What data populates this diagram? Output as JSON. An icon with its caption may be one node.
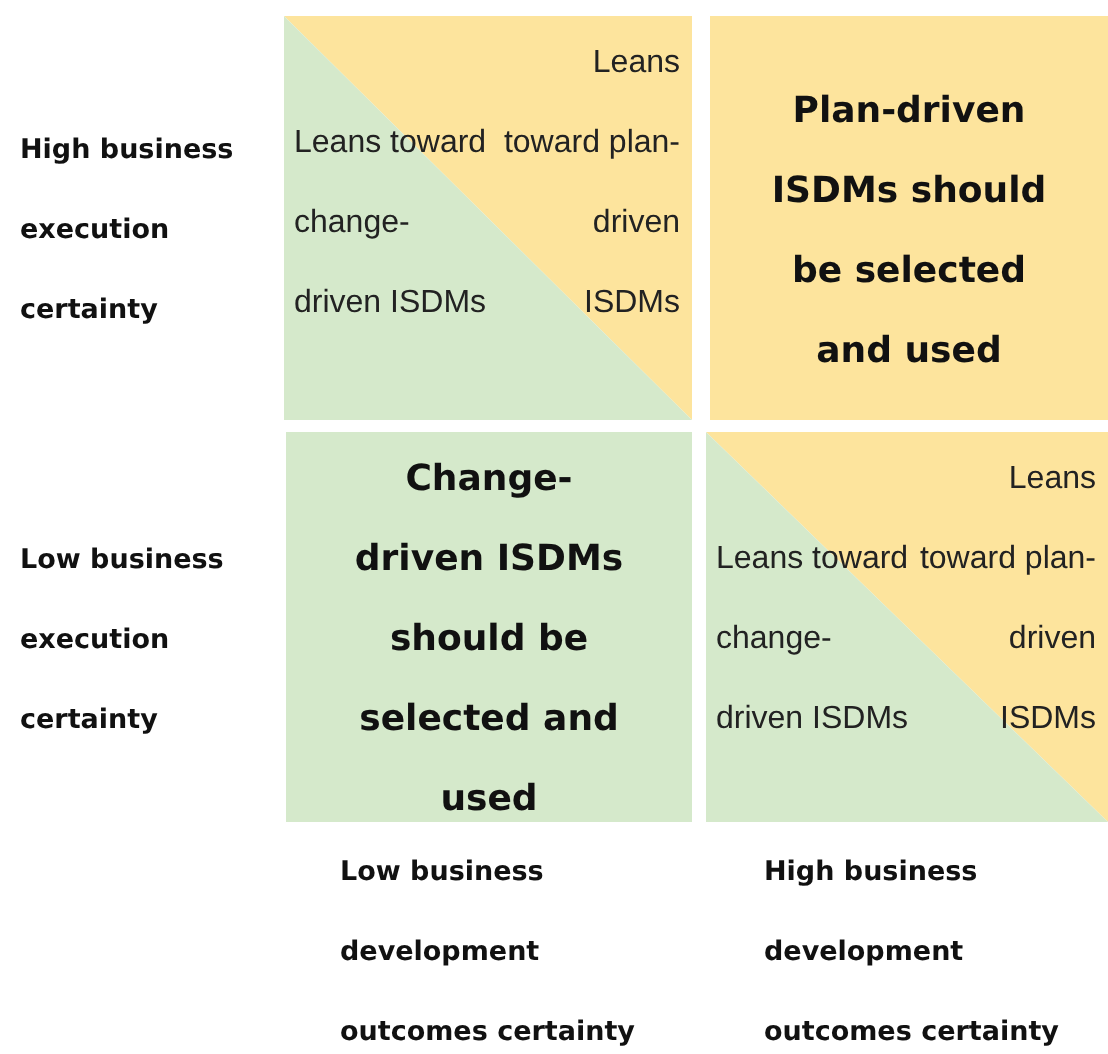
{
  "diagram": {
    "nodes": [
      {
        "text": [
          "Leans toward change-driven ISDMs",
          "Leans toward plan-driven ISDMs"
        ]
      },
      {
        "text": [
          "Plan-driven ISDMs should be selected and used"
        ]
      },
      {
        "text": [
          "Change-driven ISDMs should be selected and used"
        ]
      },
      {
        "text": [
          "Leans toward change-driven ISDMs",
          "Leans toward plan-driven ISDMs"
        ]
      }
    ],
    "labels": [
      "High business execution certainty",
      "Low business execution certainty",
      "Low business development outcomes certainty",
      "High business development outcomes certainty"
    ]
  }
}
